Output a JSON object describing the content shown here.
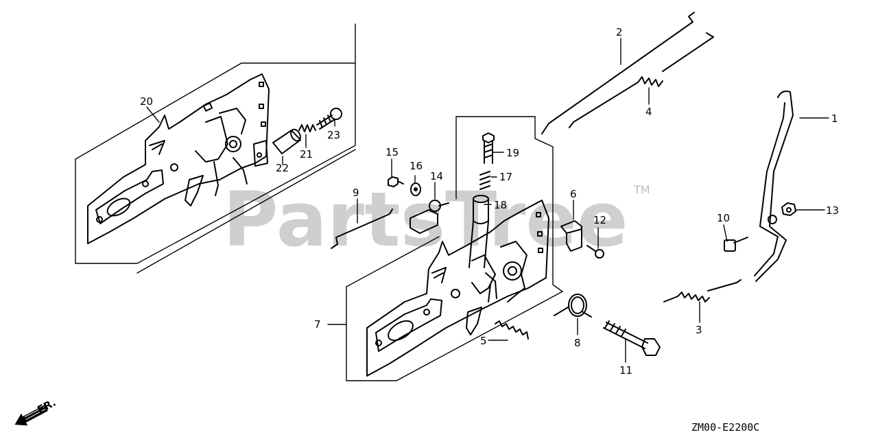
{
  "watermark": {
    "text": "PartsTree",
    "tm": "TM"
  },
  "diagram_code": "ZM00-E2200C",
  "direction_label": "FR.",
  "callouts": [
    {
      "id": "c1",
      "text": "1"
    },
    {
      "id": "c2",
      "text": "2"
    },
    {
      "id": "c3",
      "text": "3"
    },
    {
      "id": "c4",
      "text": "4"
    },
    {
      "id": "c5",
      "text": "5"
    },
    {
      "id": "c6",
      "text": "6"
    },
    {
      "id": "c7",
      "text": "7"
    },
    {
      "id": "c8",
      "text": "8"
    },
    {
      "id": "c9",
      "text": "9"
    },
    {
      "id": "c10",
      "text": "10"
    },
    {
      "id": "c11",
      "text": "11"
    },
    {
      "id": "c12",
      "text": "12"
    },
    {
      "id": "c13",
      "text": "13"
    },
    {
      "id": "c14",
      "text": "14"
    },
    {
      "id": "c15",
      "text": "15"
    },
    {
      "id": "c16",
      "text": "16"
    },
    {
      "id": "c17",
      "text": "17"
    },
    {
      "id": "c18",
      "text": "18"
    },
    {
      "id": "c19",
      "text": "19"
    },
    {
      "id": "c20",
      "text": "20"
    },
    {
      "id": "c21",
      "text": "21"
    },
    {
      "id": "c22",
      "text": "22"
    },
    {
      "id": "c23",
      "text": "23"
    }
  ]
}
